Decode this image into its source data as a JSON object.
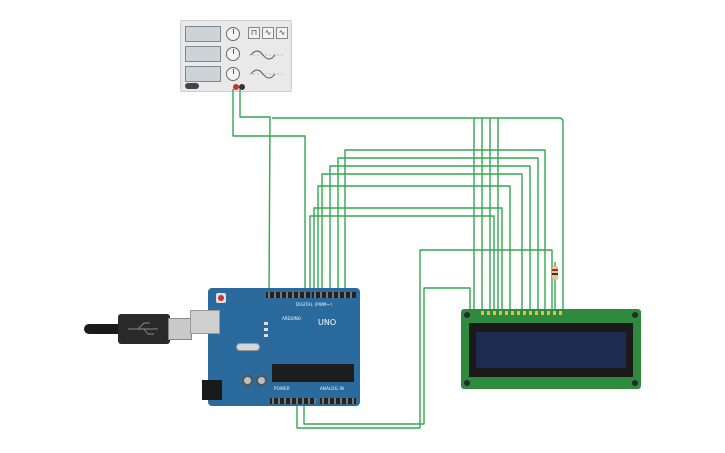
{
  "arduino": {
    "board_label": "UNO",
    "logo_label": "ARDUINO",
    "digital_label": "DIGITAL (PWM~)",
    "power_label": "POWER",
    "analog_label": "ANALOG IN"
  },
  "function_generator": {
    "wave_buttons": [
      "⊓",
      "∿",
      "∿"
    ]
  },
  "colors": {
    "wire": "#2fa84f",
    "board": "#2a6a9d",
    "lcd_pcb": "#2e8b3e",
    "lcd_screen": "#1c2b4f"
  }
}
